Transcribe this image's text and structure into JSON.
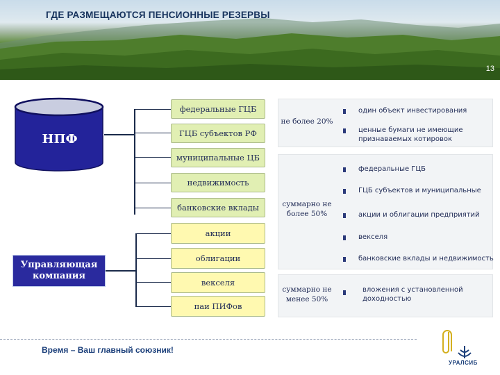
{
  "header": {
    "title": "ГДЕ РАЗМЕЩАЮТСЯ ПЕНСИОННЫЕ РЕЗЕРВЫ",
    "page_number": "13"
  },
  "entities": {
    "npf": "НПФ",
    "management_company": "Управляющая компания"
  },
  "assets": [
    "федеральные ГЦБ",
    "ГЦБ субъектов РФ",
    "муниципальные ЦБ",
    "недвижимость",
    "банковские вклады",
    "акции",
    "облигации",
    "векселя",
    "паи ПИФов"
  ],
  "groups": [
    {
      "limit": "не более 20%",
      "items": [
        "один объект инвестирования",
        "ценные бумаги не имеющие признаваемых котировок"
      ]
    },
    {
      "limit": "суммарно не более 50%",
      "items": [
        "федеральные ГЦБ",
        "ГЦБ субъектов и муниципальные",
        "акции и облигации предприятий",
        "векселя",
        "банковские вклады и недвижимость"
      ]
    },
    {
      "limit": "суммарно не менее 50%",
      "items": [
        "вложения с установленной доходностью"
      ]
    }
  ],
  "footer": {
    "slogan": "Время – Ваш главный союзник!",
    "logo": "УРАЛСИБ"
  }
}
